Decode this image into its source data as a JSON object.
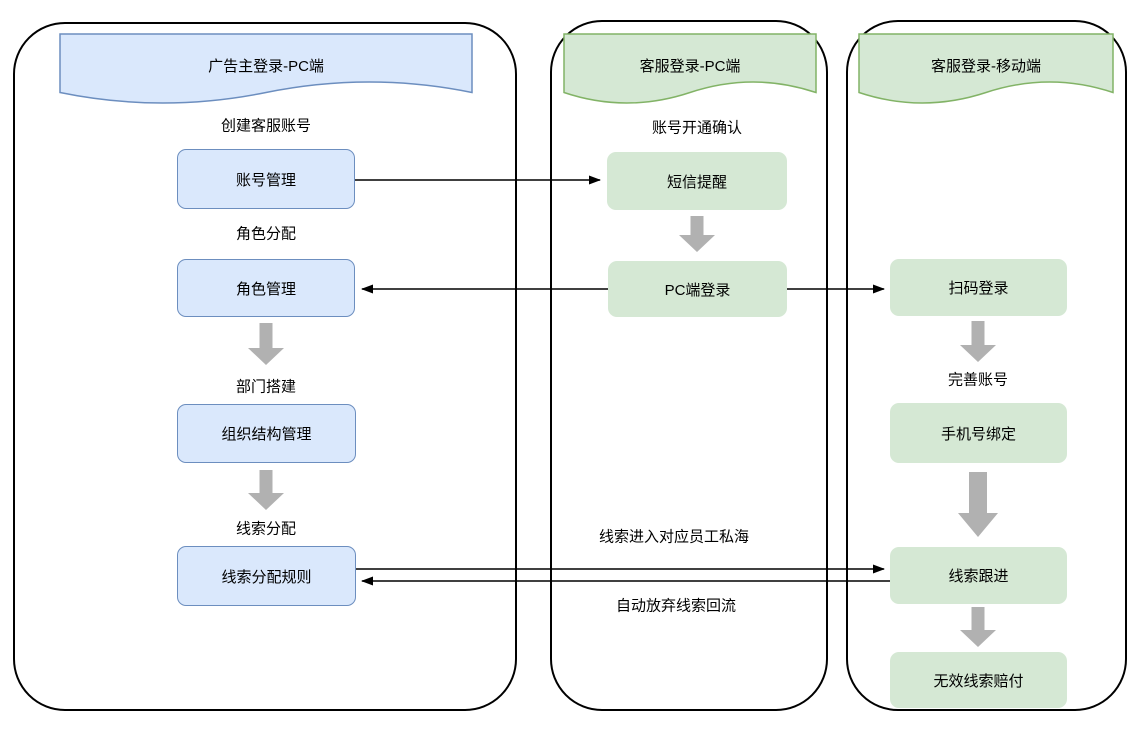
{
  "diagram_title": "",
  "colors": {
    "lane_border": "#000000",
    "blue_fill": "#dae8fc",
    "blue_stroke": "#6c8ebf",
    "green_fill": "#d5e8d4",
    "green_stroke": "#82b366",
    "gray_arrow": "#b1b1b1",
    "connector": "#000000",
    "text": "#000000"
  },
  "lanes": {
    "advertiser_pc": {
      "title": "广告主登录-PC端",
      "steps": {
        "create_account_label": "创建客服账号",
        "account_mgmt_box": "账号管理",
        "role_assign_label": "角色分配",
        "role_mgmt_box": "角色管理",
        "dept_build_label": "部门搭建",
        "org_structure_box": "组织结构管理",
        "lead_assign_label": "线索分配",
        "lead_rule_box": "线索分配规则"
      }
    },
    "support_pc": {
      "title": "客服登录-PC端",
      "steps": {
        "account_open_confirm_label": "账号开通确认",
        "sms_notice_box": "短信提醒",
        "pc_login_box": "PC端登录"
      }
    },
    "support_mobile": {
      "title": "客服登录-移动端",
      "steps": {
        "scan_login_box": "扫码登录",
        "complete_account_label": "完善账号",
        "bind_phone_box": "手机号绑定",
        "lead_follow_box": "线索跟进",
        "invalid_lead_box": "无效线索赔付"
      }
    }
  },
  "connectors": {
    "lead_to_private_label": "线索进入对应员工私海",
    "lead_return_label": "自动放弃线索回流"
  }
}
